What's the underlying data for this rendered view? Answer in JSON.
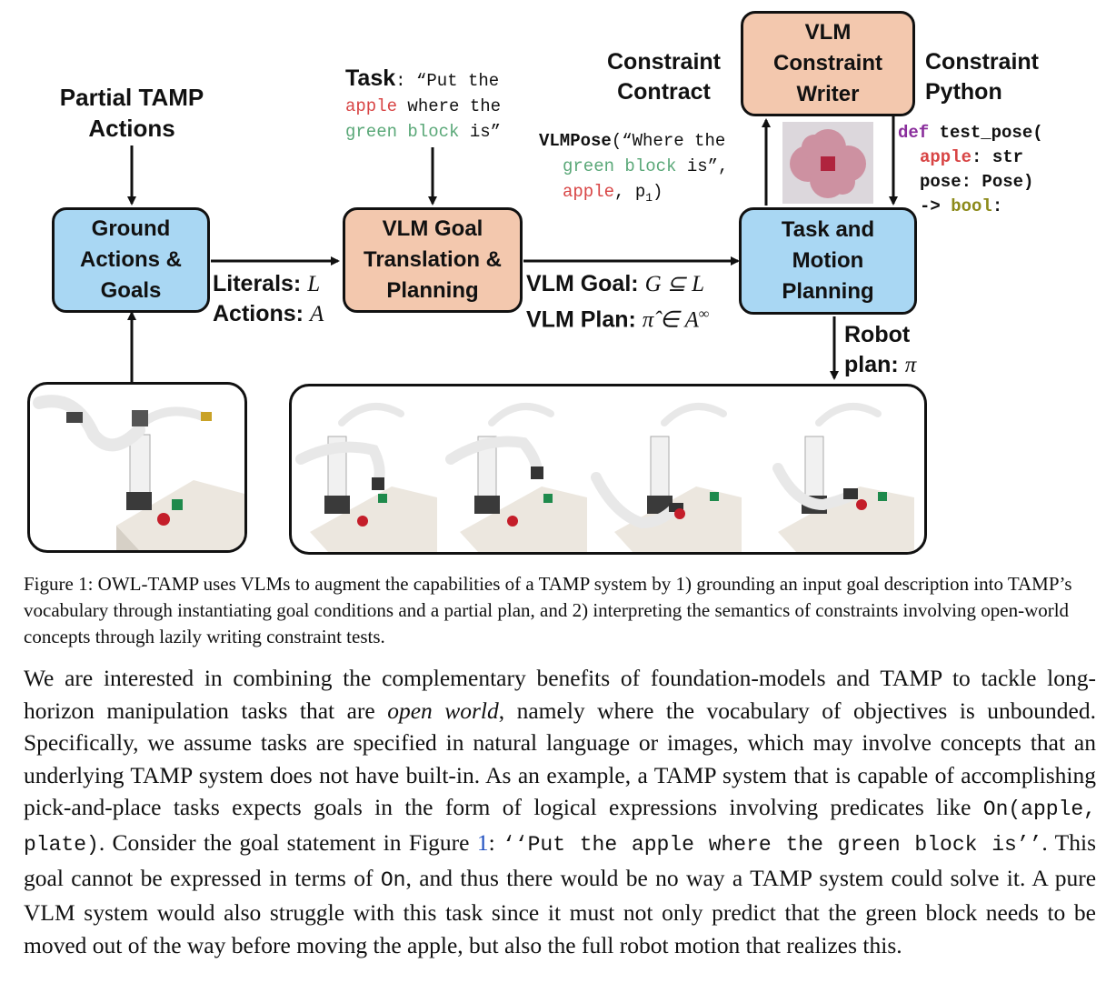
{
  "diagram": {
    "boxes": {
      "ground": "Ground Actions & Goals",
      "goal_translation": "VLM Goal Translation & Planning",
      "tamp": "Task and Motion Planning",
      "writer": "VLM Constraint Writer"
    },
    "labels": {
      "partial_actions": "Partial TAMP Actions",
      "task_prefix": "Task",
      "task_quote_1": ": “Put the",
      "task_apple": "apple",
      "task_quote_2": " where the",
      "task_green": "green block",
      "task_quote_3": " is”",
      "literals": "Literals:",
      "literals_sym": "L",
      "actions": "Actions:",
      "actions_sym": "A",
      "vlm_goal": "VLM Goal:",
      "vlm_goal_expr": "G ⊆ L",
      "vlm_plan": "VLM Plan:",
      "vlm_plan_expr": "π̂ ∈ A",
      "vlm_plan_sup": "∞",
      "constraint_contract": "Constraint Contract",
      "constraint_python": "Constraint Python",
      "robot_plan_1": "Robot",
      "robot_plan_2": "plan",
      "robot_plan_sym": "π"
    },
    "vlmpose": {
      "fn": "VLMPose",
      "l1": "(“Where the",
      "green": "green block",
      "l2": " is”,",
      "apple": "apple",
      "l3": ", p",
      "sub": "1",
      "l4": ")"
    },
    "code": {
      "def": "def",
      "fn": " test_pose(",
      "apple": "apple",
      "str": ": str",
      "pose": "pose: Pose)",
      "arrow": "-> ",
      "bool": "bool",
      "colon": ":"
    }
  },
  "caption": "Figure 1: OWL-TAMP uses VLMs to augment the capabilities of a TAMP system by 1) grounding an input goal description into TAMP’s vocabulary through instantiating goal conditions and a partial plan, and 2) interpreting the semantics of constraints involving open-world concepts through lazily writing constraint tests.",
  "paragraph": {
    "p1": "We are interested in combining the complementary benefits of foundation-models and TAMP to tackle long-horizon manipulation tasks that are ",
    "p1_it": "open world",
    "p2": ", namely where the vocabulary of objectives is unbounded. Specifically, we assume tasks are specified in natural language or images, which may involve concepts that an underlying TAMP system does not have built-in. As an example, a TAMP system that is capable of accomplishing pick-and-place tasks expects goals in the form of logical expressions involving predicates like ",
    "on_expr": "On(apple, plate)",
    "p3": ". Consider the goal statement in Figure ",
    "fig_ref": "1",
    "p4": ": ",
    "quote": "‘‘Put the apple where the green block is’’",
    "p5": ". This goal cannot be expressed in terms of ",
    "on": "On",
    "p6": ", and thus there would be no way a TAMP system could solve it. A pure VLM system would also struggle with this task since it must not only predict that the green block needs to be moved out of the way before moving the apple, but also the full robot motion that realizes this."
  }
}
